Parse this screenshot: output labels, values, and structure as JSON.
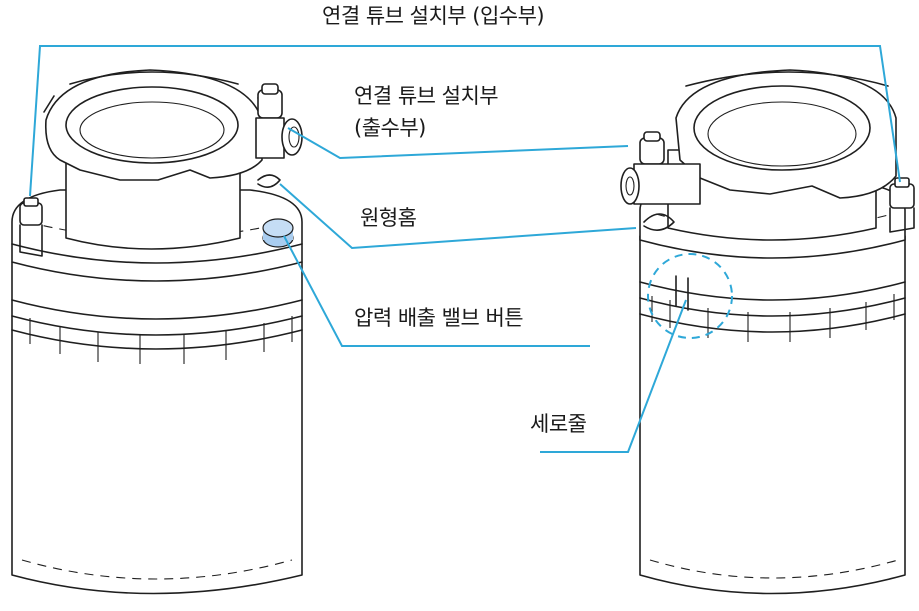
{
  "labels": {
    "inlet_connection": "연결 튜브 설치부 (입수부)",
    "outlet_connection_line1": "연결 튜브 설치부",
    "outlet_connection_line2": "(출수부)",
    "circular_groove": "원형홈",
    "pressure_release_button": "압력 배출 밸브 버튼",
    "vertical_line": "세로줄"
  },
  "colors": {
    "leader_line": "#2ea8d8",
    "button_fill": "#a9cdf0",
    "outline": "#1f1f1f"
  }
}
